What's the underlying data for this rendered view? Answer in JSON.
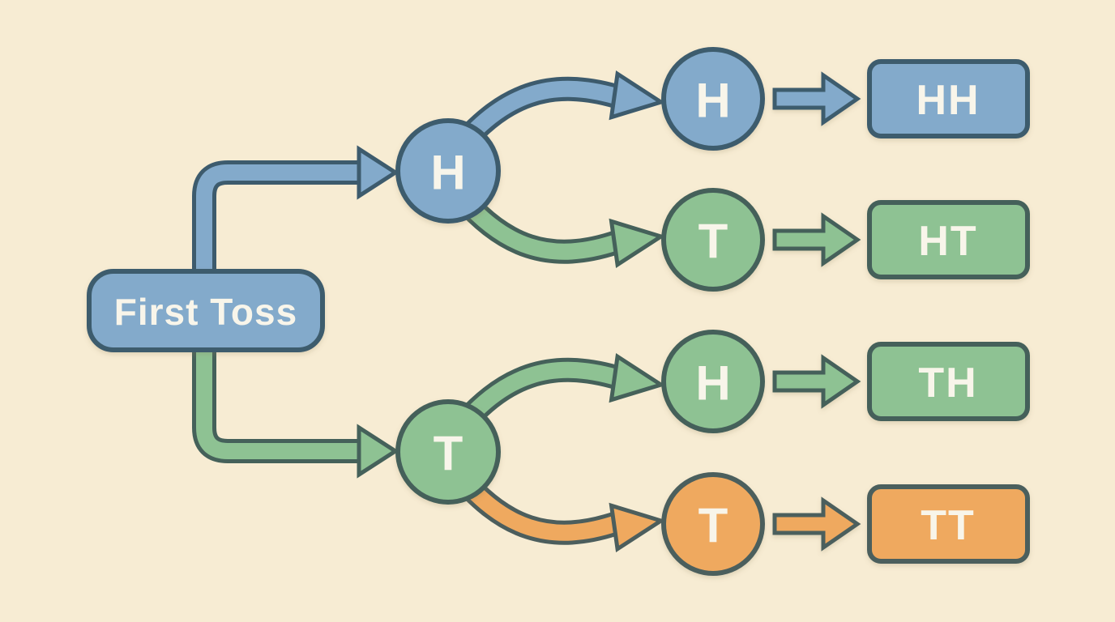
{
  "colors": {
    "background": "#f7ecd3",
    "text": "#f8f5ea",
    "blue": {
      "fill": "#83aacb",
      "border": "#3d5b6d"
    },
    "green": {
      "fill": "#8ec293",
      "border": "#45615a"
    },
    "orange": {
      "fill": "#efa95f",
      "border": "#4c5e5d"
    }
  },
  "tree": {
    "root": {
      "label": "First Toss",
      "color": "blue"
    },
    "first_toss": [
      {
        "label": "H",
        "color": "blue"
      },
      {
        "label": "T",
        "color": "green"
      }
    ],
    "second_toss": [
      {
        "parent": "H",
        "label": "H",
        "color": "blue"
      },
      {
        "parent": "H",
        "label": "T",
        "color": "green"
      },
      {
        "parent": "T",
        "label": "H",
        "color": "green"
      },
      {
        "parent": "T",
        "label": "T",
        "color": "orange"
      }
    ],
    "outcomes": [
      {
        "label": "HH",
        "color": "blue"
      },
      {
        "label": "HT",
        "color": "green"
      },
      {
        "label": "TH",
        "color": "green"
      },
      {
        "label": "TT",
        "color": "orange"
      }
    ]
  }
}
